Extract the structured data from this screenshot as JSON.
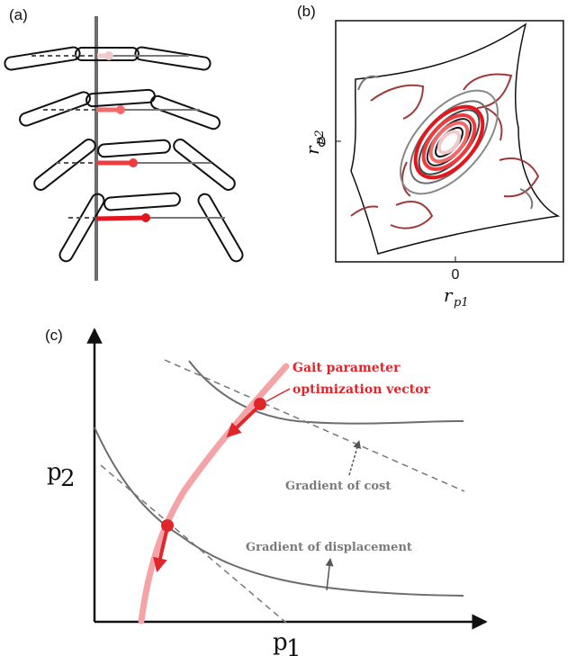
{
  "panels": {
    "a": {
      "label": "(a)"
    },
    "b": {
      "label": "(b)",
      "x_tick": "0",
      "y_tick": "0",
      "x_symbol": "r",
      "x_sub": "p1",
      "y_symbol": "r",
      "y_sub": "p2"
    },
    "c": {
      "label": "(c)",
      "annotation_vector_line1": "Gait parameter",
      "annotation_vector_line2": "optimization vector",
      "annotation_cost": "Gradient of cost",
      "annotation_displacement": "Gradient of displacement",
      "x_axis_letter": "p",
      "x_axis_sub": "1",
      "y_axis_letter": "p",
      "y_axis_sub": "2"
    }
  },
  "colors": {
    "red": "#e8242a",
    "pink": "#f4a3a6",
    "dark_red": "#9e3a3a",
    "grey": "#6d6d6d",
    "black": "#111111"
  }
}
